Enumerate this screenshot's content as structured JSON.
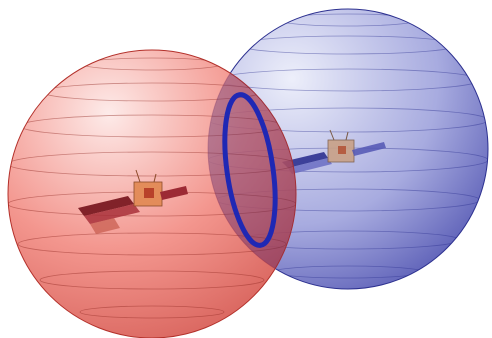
{
  "diagram": {
    "spheres": [
      {
        "id": "red",
        "color": "#e8463a",
        "color_light": "#fde7e5",
        "color_dark": "#b3302a"
      },
      {
        "id": "blue",
        "color": "#3b3ea6",
        "color_light": "#eceefa",
        "color_dark": "#2d3190"
      }
    ],
    "intersection_ring_color": "#1f28b4",
    "satellites": [
      {
        "id": "sat-left",
        "icon": "satellite-icon"
      },
      {
        "id": "sat-right",
        "icon": "satellite-icon"
      }
    ]
  }
}
